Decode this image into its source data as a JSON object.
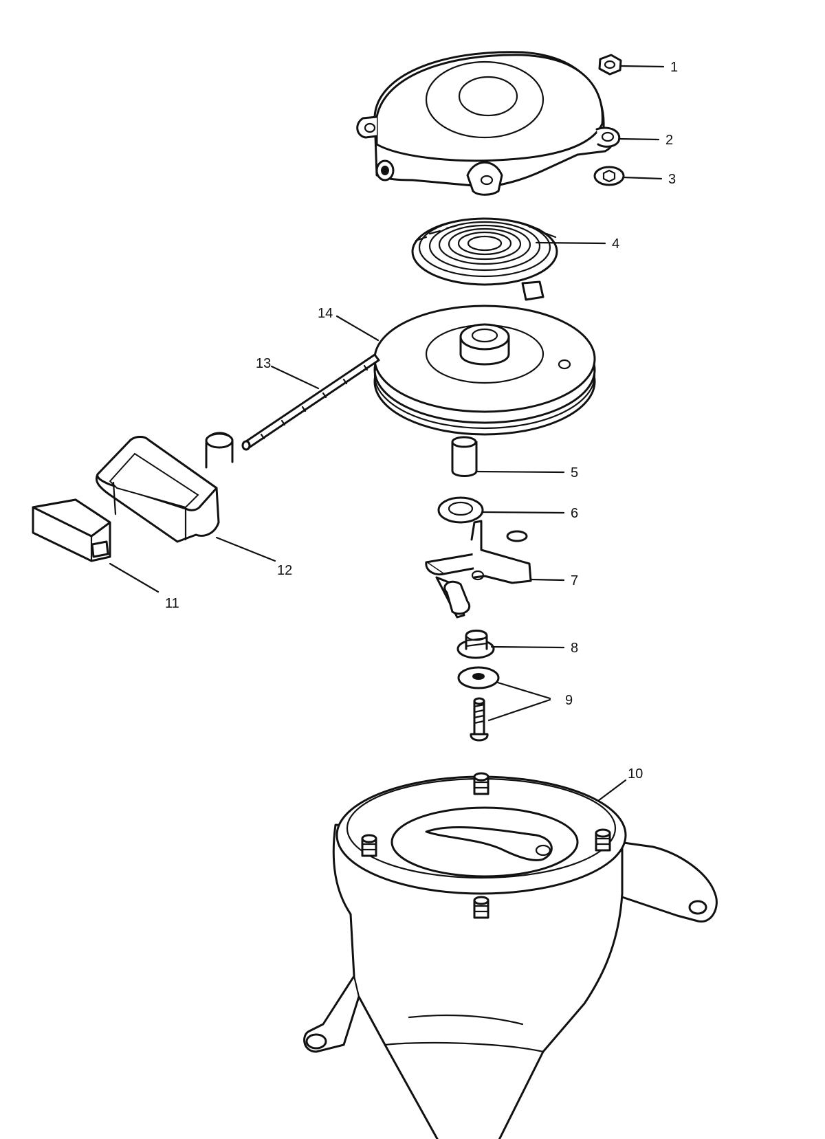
{
  "colors": {
    "ink": "#111111",
    "paper": "#ffffff"
  },
  "callouts": [
    "1",
    "2",
    "3",
    "4",
    "5",
    "6",
    "7",
    "8",
    "9",
    "10",
    "11",
    "12",
    "13",
    "14"
  ]
}
